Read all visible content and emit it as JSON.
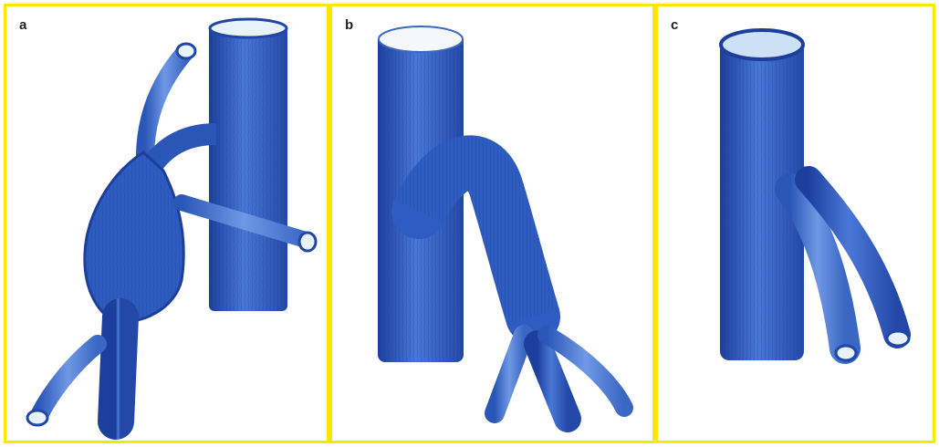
{
  "panels": [
    {
      "label": "a"
    },
    {
      "label": "b"
    },
    {
      "label": "c"
    }
  ],
  "colors": {
    "border": "#ffe600",
    "vein_dark": "#1f47a8",
    "vein_mid": "#3a6ad0",
    "vein_light": "#6f98e4",
    "lumen": "#e8f2fb"
  }
}
